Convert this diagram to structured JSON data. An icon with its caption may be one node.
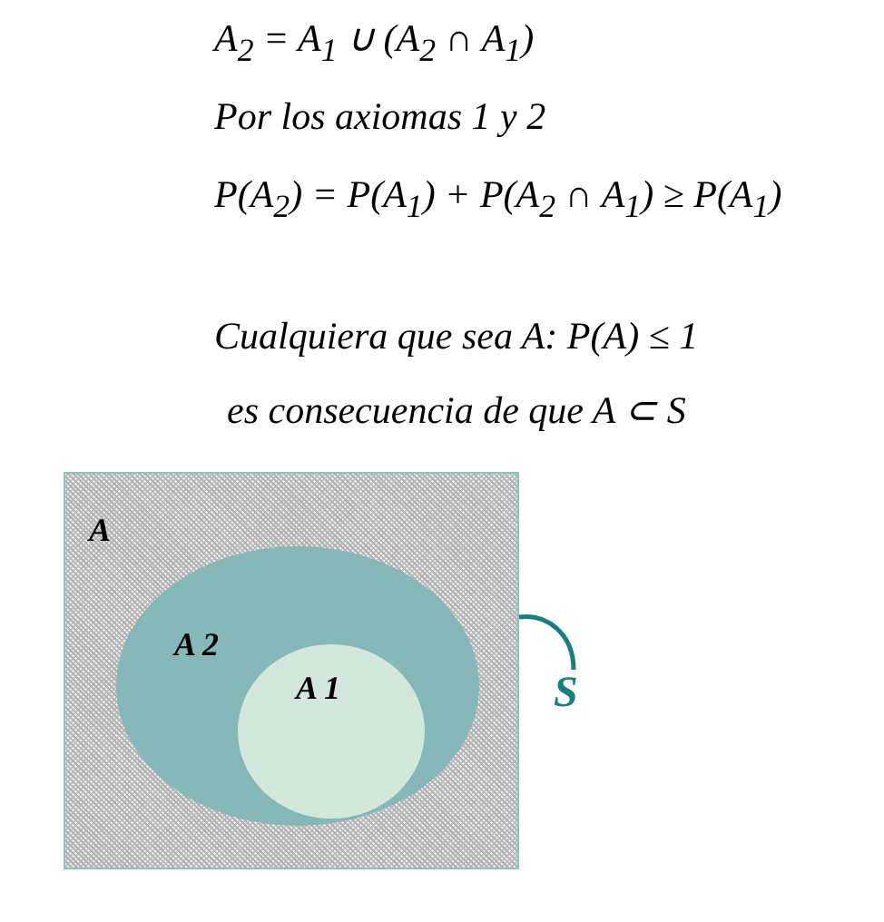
{
  "diagram": {
    "nodes": [
      {
        "text": [
          "A"
        ]
      },
      {
        "text": [
          "A 2"
        ],
        "in": 0
      },
      {
        "text": [
          "A 1"
        ],
        "in": 1
      },
      {
        "text": [
          "S"
        ]
      }
    ],
    "edges": [
      {
        "from": 3,
        "to": 0,
        "arrow": "none"
      }
    ],
    "labels": [
      "A$_{2}$ = A$_{1}$ ∪ (A$_{2}$ ∩ A$_{1}$)",
      "Por los axiomas 1 y 2",
      "P(A$_{2}$) = P(A$_{1}$) + P(A$_{2}$ ∩ A$_{1}$) ≥ P(A$_{1}$)",
      "Cualquiera que sea A: P(A) ≤ 1",
      "es consecuencia de que A ⊂ S"
    ]
  }
}
